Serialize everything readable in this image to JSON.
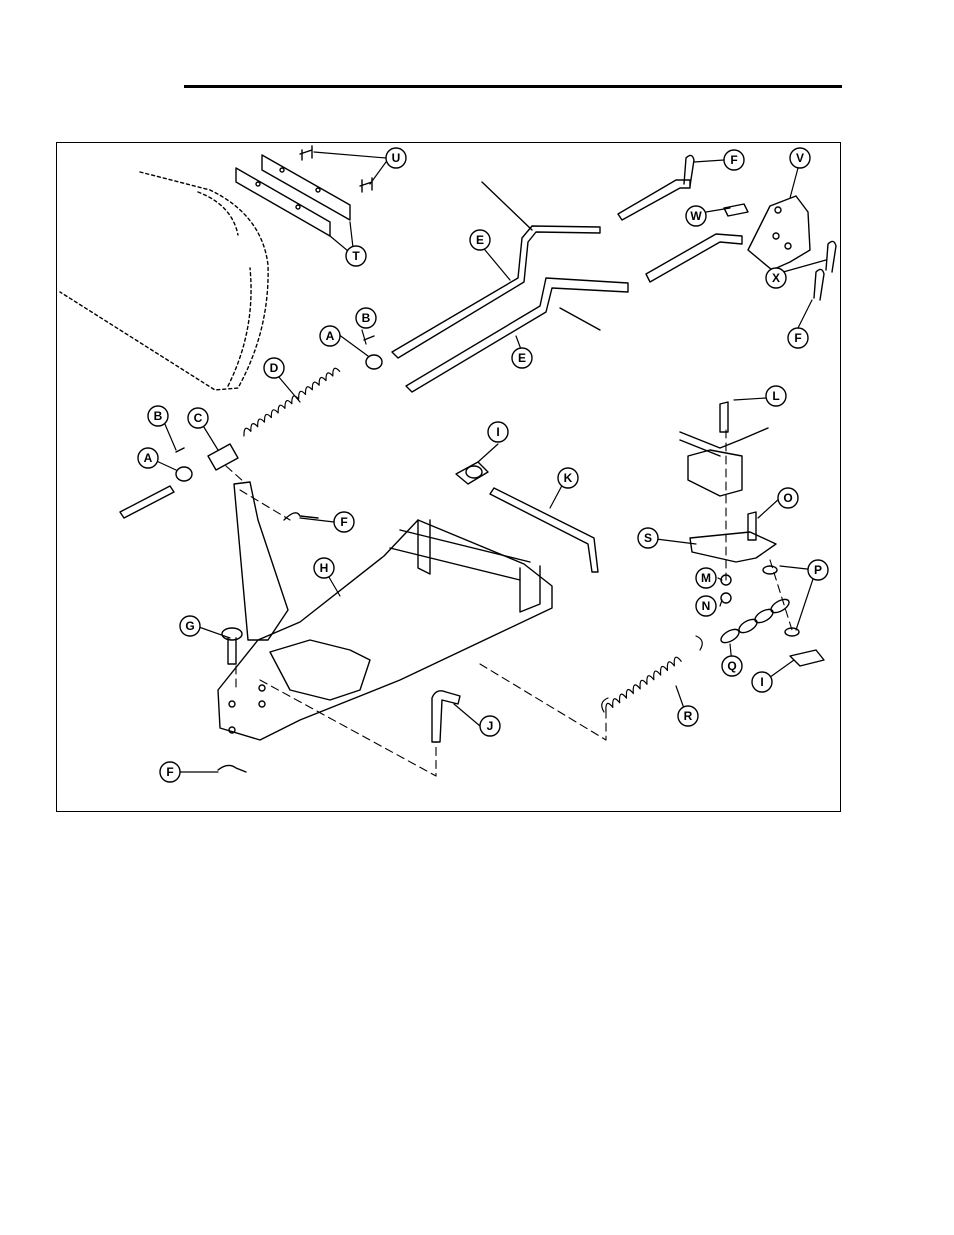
{
  "callouts": [
    {
      "key": "U",
      "label": "U"
    },
    {
      "key": "T",
      "label": "T"
    },
    {
      "key": "F1",
      "label": "F"
    },
    {
      "key": "V",
      "label": "V"
    },
    {
      "key": "W",
      "label": "W"
    },
    {
      "key": "X",
      "label": "X"
    },
    {
      "key": "F2",
      "label": "F"
    },
    {
      "key": "E1",
      "label": "E"
    },
    {
      "key": "E2",
      "label": "E"
    },
    {
      "key": "B1",
      "label": "B"
    },
    {
      "key": "A1",
      "label": "A"
    },
    {
      "key": "D",
      "label": "D"
    },
    {
      "key": "B2",
      "label": "B"
    },
    {
      "key": "C",
      "label": "C"
    },
    {
      "key": "A2",
      "label": "A"
    },
    {
      "key": "I1",
      "label": "I"
    },
    {
      "key": "K",
      "label": "K"
    },
    {
      "key": "L",
      "label": "L"
    },
    {
      "key": "F3",
      "label": "F"
    },
    {
      "key": "H",
      "label": "H"
    },
    {
      "key": "O",
      "label": "O"
    },
    {
      "key": "S",
      "label": "S"
    },
    {
      "key": "P",
      "label": "P"
    },
    {
      "key": "M",
      "label": "M"
    },
    {
      "key": "N",
      "label": "N"
    },
    {
      "key": "G",
      "label": "G"
    },
    {
      "key": "Q",
      "label": "Q"
    },
    {
      "key": "I2",
      "label": "I"
    },
    {
      "key": "R",
      "label": "R"
    },
    {
      "key": "J",
      "label": "J"
    },
    {
      "key": "F4",
      "label": "F"
    }
  ]
}
